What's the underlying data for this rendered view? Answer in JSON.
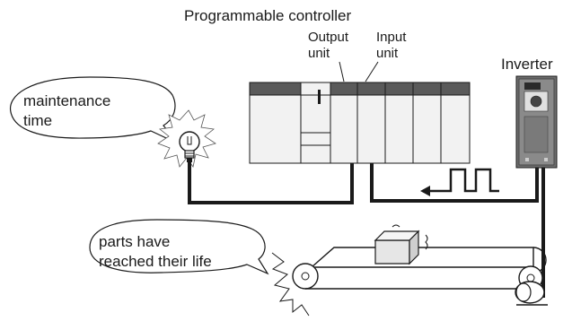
{
  "labels": {
    "programmable_controller": "Programmable controller",
    "output_unit_line1": "Output",
    "output_unit_line2": "unit",
    "input_unit_line1": "Input",
    "input_unit_line2": "unit",
    "inverter": "Inverter",
    "maintenance_line1": "maintenance",
    "maintenance_line2": "time",
    "parts_line1": "parts have",
    "parts_line2": "reached their life"
  },
  "colors": {
    "line": "#1a1a1a",
    "unit_header": "#5a5a5a",
    "unit_body": "#f2f2f2",
    "inverter_body": "#6e6e6e",
    "box_fill": "#e6e6e6"
  },
  "icons": {
    "lamp": "light-bulb-icon",
    "signal": "pulse-signal-icon",
    "arrow": "arrow-left-icon"
  }
}
